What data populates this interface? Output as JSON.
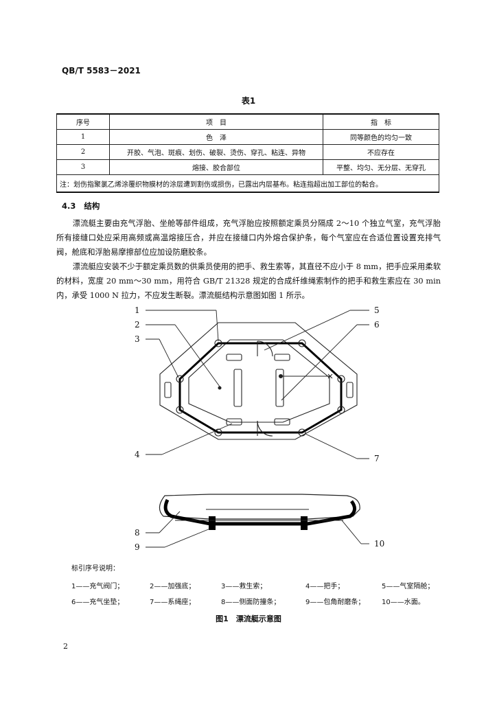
{
  "header": "QB/T 5583－2021",
  "table": {
    "caption": "表1",
    "headers": [
      "序号",
      "项　目",
      "指　标"
    ],
    "rows": [
      [
        "1",
        "色　泽",
        "同等颜色的均匀一致"
      ],
      [
        "2",
        "开胶、气泡、斑痕、划伤、破裂、烫伤、穿孔、粘连、异物",
        "不应存在"
      ],
      [
        "3",
        "熔接、胶合部位",
        "平整、均匀、无分层、无穿孔"
      ]
    ],
    "note": "注：划伤指聚氯乙烯涂覆织物膜材的涂层遭到割伤或损伤，已露出内层基布。粘连指超出加工部位的黏合。"
  },
  "section": {
    "number": "4.3",
    "title": "结构",
    "paragraphs": [
      "漂流艇主要由充气浮胎、坐舱等部件组成，充气浮胎应按照额定乘员分隔成 2～10 个独立气室，充气浮胎所有接缝口处应采用高频或高温熔接压合，并应在接缝口内外熔合保护条，每个气室应在合适位置设置充排气阀，舱底和浮胎易摩擦部位应加设防磨胶条。",
      "漂流艇应安装不少于额定乘员数的供乘员使用的把手、救生索等，其直径不应小于 8 mm，把手应采用柔软的材料，宽度 20 mm～30 mm，用符合 GB/T 21328 规定的合成纤维绳索制作的把手和救生索应在 30 min 内，承受 1000 N 拉力，不应发生断裂。漂流艇结构示意图如图 1 所示。"
    ]
  },
  "figure": {
    "labels": [
      "1",
      "2",
      "3",
      "4",
      "5",
      "6",
      "7",
      "8",
      "9",
      "10"
    ],
    "legend_title": "标引序号说明：",
    "legend": [
      "1——充气阀门；",
      "2——加强底；",
      "3——救生索；",
      "4——把手；",
      "5——气室隔舱；",
      "6——充气坐垫；",
      "7——系绳座；",
      "8——侧面防撞条；",
      "9——包角耐磨条；",
      "10——水面。"
    ],
    "caption": "图1　漂流艇示意图"
  },
  "page_number": "2"
}
